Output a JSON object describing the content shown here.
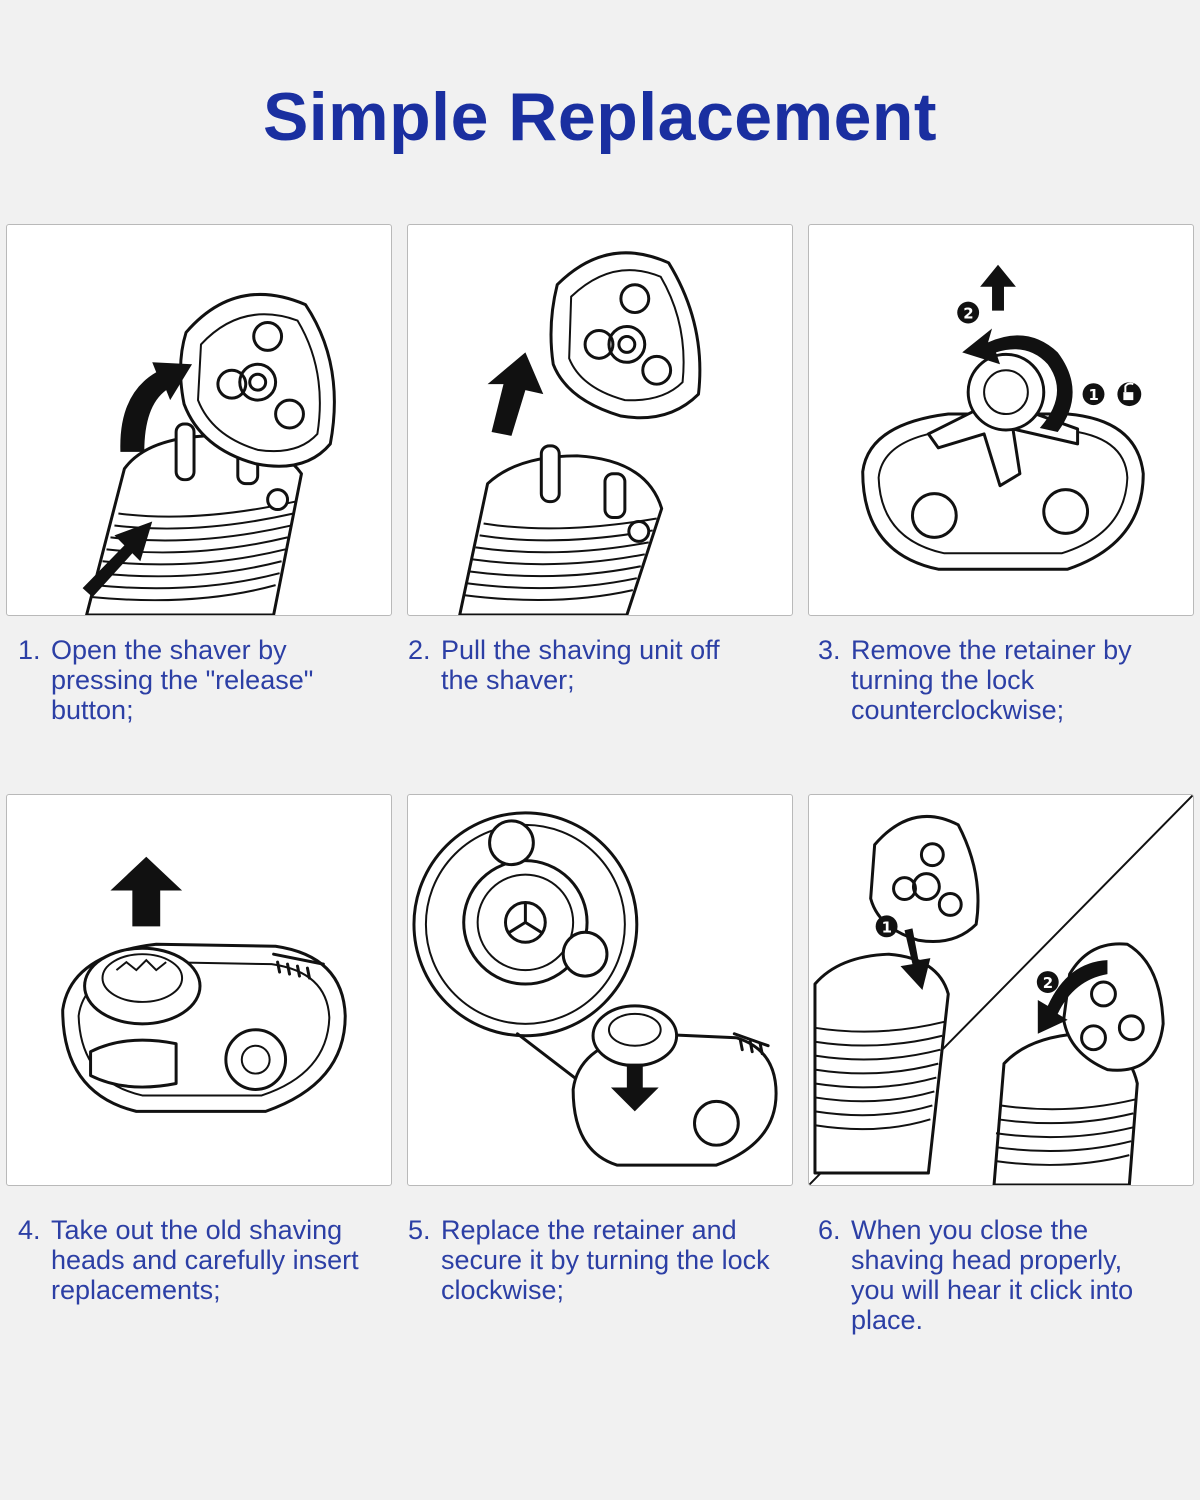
{
  "title": "Simple Replacement",
  "steps": [
    {
      "num": "1.",
      "text": "Open the shaver by pressing the \"release\" button;",
      "image_icon": "shaver-open-icon"
    },
    {
      "num": "2.",
      "text": "Pull the shaving unit off the shaver;",
      "image_icon": "shaver-pull-unit-icon"
    },
    {
      "num": "3.",
      "text": "Remove the retainer by turning the lock counterclockwise;",
      "image_icon": "retainer-remove-icon",
      "badges": [
        "1",
        "2"
      ]
    },
    {
      "num": "4.",
      "text": "Take out the old shaving heads and carefully insert replacements;",
      "image_icon": "shaving-head-replace-icon"
    },
    {
      "num": "5.",
      "text": "Replace the retainer and secure it by turning the lock clockwise;",
      "image_icon": "retainer-secure-icon"
    },
    {
      "num": "6.",
      "text": "When you close the shaving head properly, you will hear it click into place.",
      "image_icon": "shaver-close-icon",
      "badges": [
        "1",
        "2"
      ]
    }
  ],
  "colors": {
    "title": "#1a2fa0",
    "caption": "#2c3fa5",
    "background": "#f1f1f1"
  }
}
